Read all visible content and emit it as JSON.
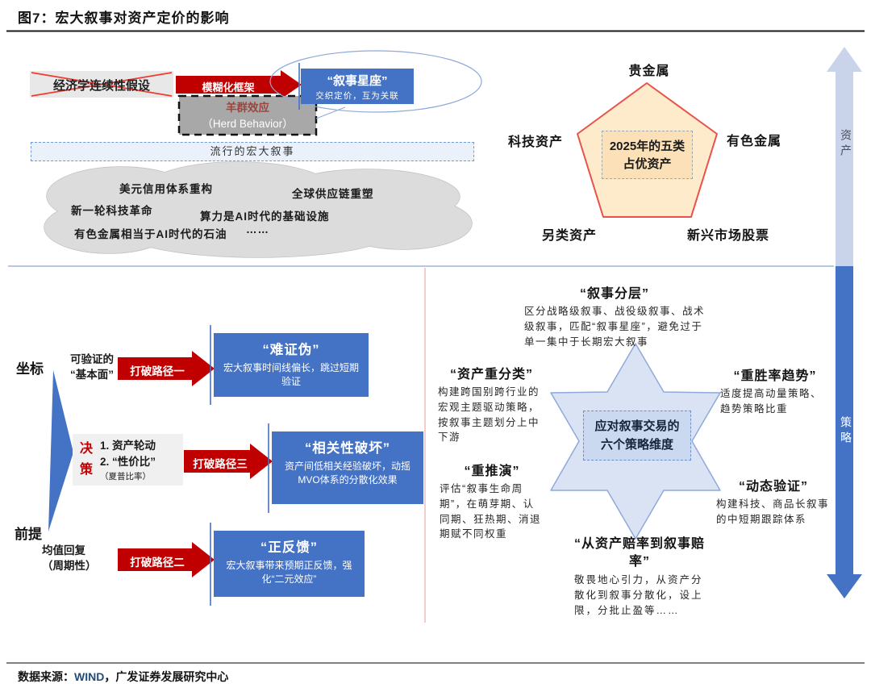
{
  "figure": {
    "title": "图7：宏大叙事对资产定价的影响"
  },
  "top": {
    "crossed_box": "经济学连续性假设",
    "blur_arrow": "模糊化框架",
    "constellation": {
      "title": "“叙事星座”",
      "subtitle": "交织定价，互为关联"
    },
    "herd": {
      "line1": "羊群效应",
      "line2": "（Herd Behavior）"
    },
    "popular_banner": "流行的宏大叙事",
    "cloud": {
      "item1": "美元信用体系重构",
      "item2": "全球供应链重塑",
      "item3": "新一轮科技革命",
      "item4": "算力是AI时代的基础设施",
      "item5": "有色金属相当于AI时代的石油",
      "item6": "……"
    },
    "pentagon": {
      "center1": "2025年的五类",
      "center2": "占优资产",
      "label_top": "贵金属",
      "label_right": "有色金属",
      "label_bottom_right": "新兴市场股票",
      "label_bottom_left": "另类资产",
      "label_left": "科技资产"
    }
  },
  "axis": {
    "top": "资产",
    "bottom": "策略"
  },
  "paths": {
    "row1": {
      "label": "坐标",
      "note1": "可验证的",
      "note2": "“基本面”",
      "arrow": "打破路径一",
      "box_title": "“难证伪”",
      "box_body": "宏大叙事时间线偏长，跳过短期验证"
    },
    "row2": {
      "label": "决策",
      "item1": "1. 资产轮动",
      "item2": "2. “性价比”",
      "item3": "（夏普比率）",
      "arrow": "打破路径三",
      "box_title": "“相关性破坏”",
      "box_body": "资产间低相关经验破坏，动摇MVO体系的分散化效果"
    },
    "row3": {
      "label": "前提",
      "note1": "均值回复",
      "note2": "（周期性）",
      "arrow": "打破路径二",
      "box_title": "“正反馈”",
      "box_body": "宏大叙事带来预期正反馈，强化“二元效应”"
    }
  },
  "star": {
    "center1": "应对叙事交易的",
    "center2": "六个策略维度",
    "s1": {
      "title": "“叙事分层”",
      "body": "区分战略级叙事、战役级叙事、战术级叙事，匹配“叙事星座”，避免过于单一集中于长期宏大叙事"
    },
    "s2": {
      "title": "“资产重分类”",
      "body": "构建跨国别跨行业的宏观主题驱动策略，按叙事主题划分上中下游"
    },
    "s3": {
      "title": "“重胜率趋势”",
      "body": "适度提高动量策略、趋势策略比重"
    },
    "s4": {
      "title": "“重推演”",
      "body": "评估“叙事生命周期”，在萌芽期、认同期、狂热期、消退期赋不同权重"
    },
    "s5": {
      "title": "“动态验证”",
      "body": "构建科技、商品长叙事的中短期跟踪体系"
    },
    "s6": {
      "title": "“从资产赔率到叙事赔率”",
      "body": "敬畏地心引力，从资产分散化到叙事分散化，设上限，分批止盈等……"
    }
  },
  "footer": {
    "label": "数据来源：",
    "source1": "WIND",
    "suffix": "，广发证券发展研究中心"
  },
  "colors": {
    "accent_blue": "#4472C4",
    "arrow_red": "#C00000",
    "pentagon_fill": "#FDEBCB",
    "pentagon_border": "#E8524A",
    "star_fill": "#DAE3F3",
    "star_border": "#8EA9DB"
  }
}
